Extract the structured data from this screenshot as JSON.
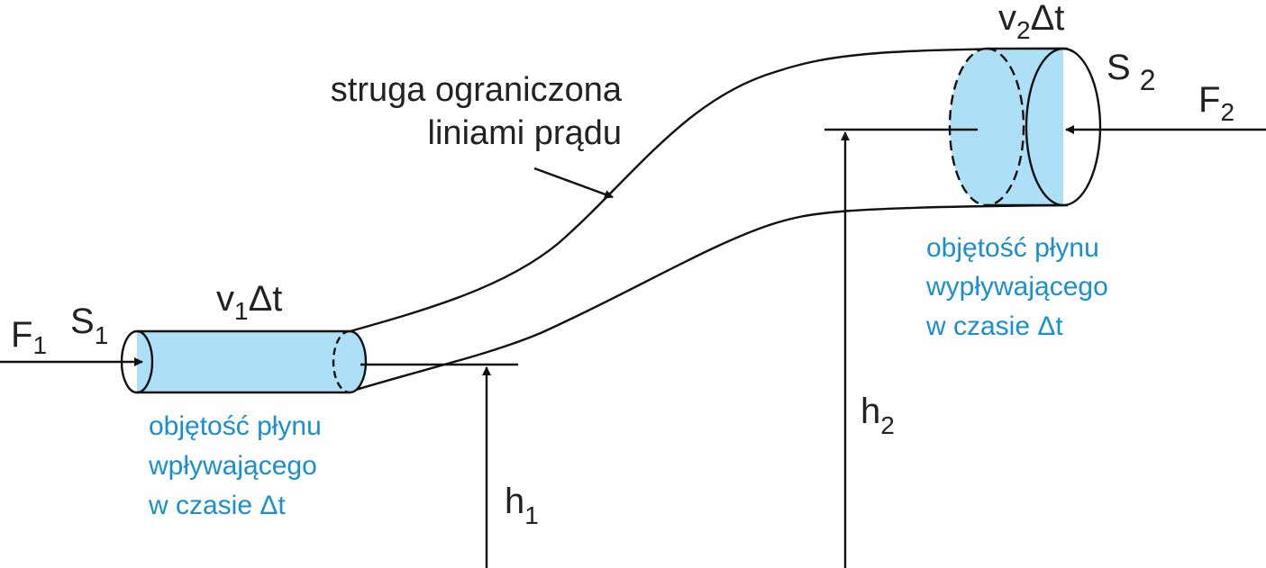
{
  "colors": {
    "fluid_fill": "#ade0f6",
    "caption_blue": "#1a8fcf",
    "line": "#111111"
  },
  "labels": {
    "stream_line1": "struga ograniczona",
    "stream_line2": "liniami prądu",
    "f1": {
      "base": "F",
      "sub": "1"
    },
    "s1": {
      "base": "S",
      "sub": "1"
    },
    "v1dt": {
      "base": "v",
      "sub": "1",
      "tail": "Δt"
    },
    "v2dt": {
      "base": "v",
      "sub": "2",
      "tail": "Δt"
    },
    "s2": {
      "base": "S",
      "sub": "2"
    },
    "f2": {
      "base": "F",
      "sub": "2"
    },
    "h1": {
      "base": "h",
      "sub": "1"
    },
    "h2": {
      "base": "h",
      "sub": "2"
    }
  },
  "captions": {
    "inflow": [
      "objętość płynu",
      "wpływającego",
      "w czasie Δt"
    ],
    "outflow": [
      "objętość płynu",
      "wypływającego",
      "w czasie Δt"
    ]
  }
}
